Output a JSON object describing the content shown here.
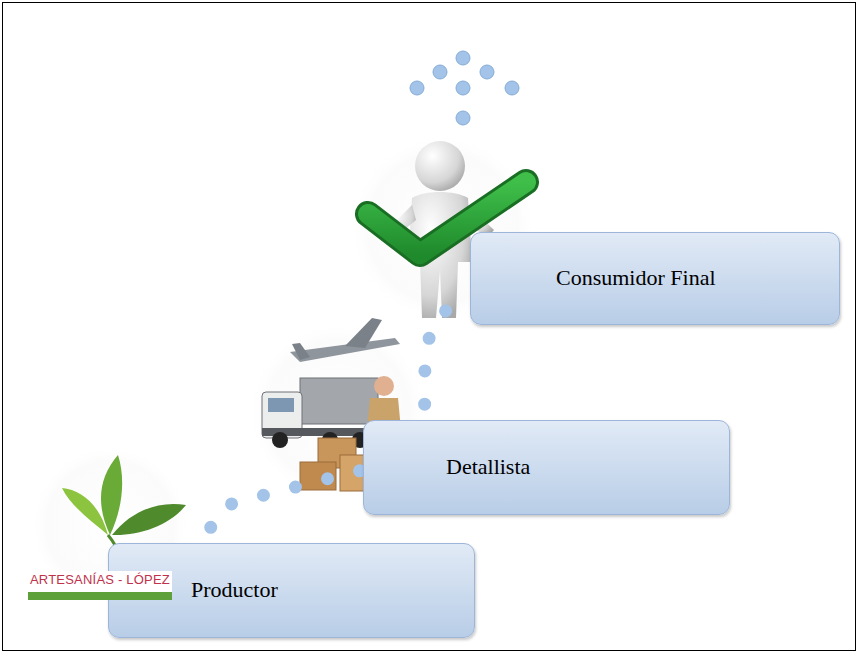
{
  "diagram": {
    "nodes": [
      {
        "text": [
          "Productor"
        ]
      },
      {
        "text": [
          "Detallista"
        ]
      },
      {
        "text": [
          "Consumidor Final"
        ]
      }
    ],
    "edges": [
      {
        "from": 0,
        "to": 1,
        "arrow": "none"
      },
      {
        "from": 1,
        "to": 2,
        "arrow": "none"
      }
    ],
    "labels": [
      "ARTESANÍAS - LÓPEZ"
    ]
  }
}
